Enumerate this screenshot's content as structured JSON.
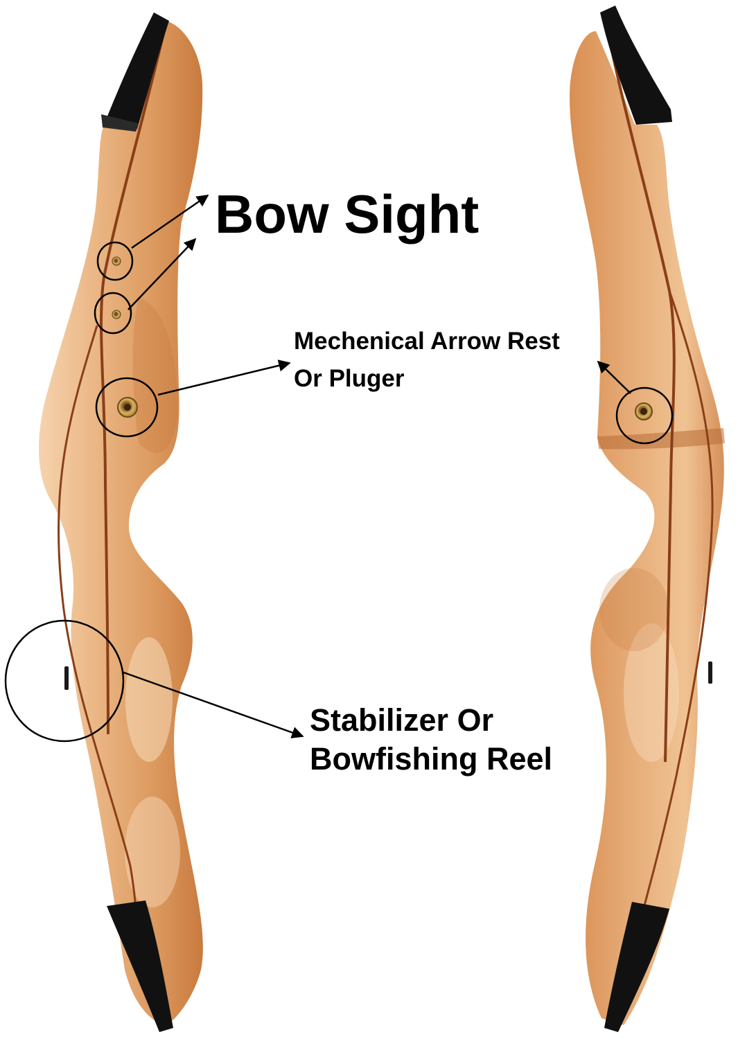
{
  "labels": {
    "bow_sight": "Bow Sight",
    "arrow_rest": {
      "line1": "Mechenical Arrow Rest",
      "line2": "Or Pluger"
    },
    "stabilizer": {
      "line1": "Stabilizer Or",
      "line2": "Bowfishing Reel"
    }
  },
  "colors": {
    "background": "#ffffff",
    "wood_light": "#f3c79b",
    "wood_mid": "#e0a06a",
    "wood_dark": "#c97a3e",
    "lamination_stripe": "#8a3f18",
    "limb_pocket": "#111111",
    "bushing_brass": "#c9a24a",
    "annotation": "#000000"
  }
}
